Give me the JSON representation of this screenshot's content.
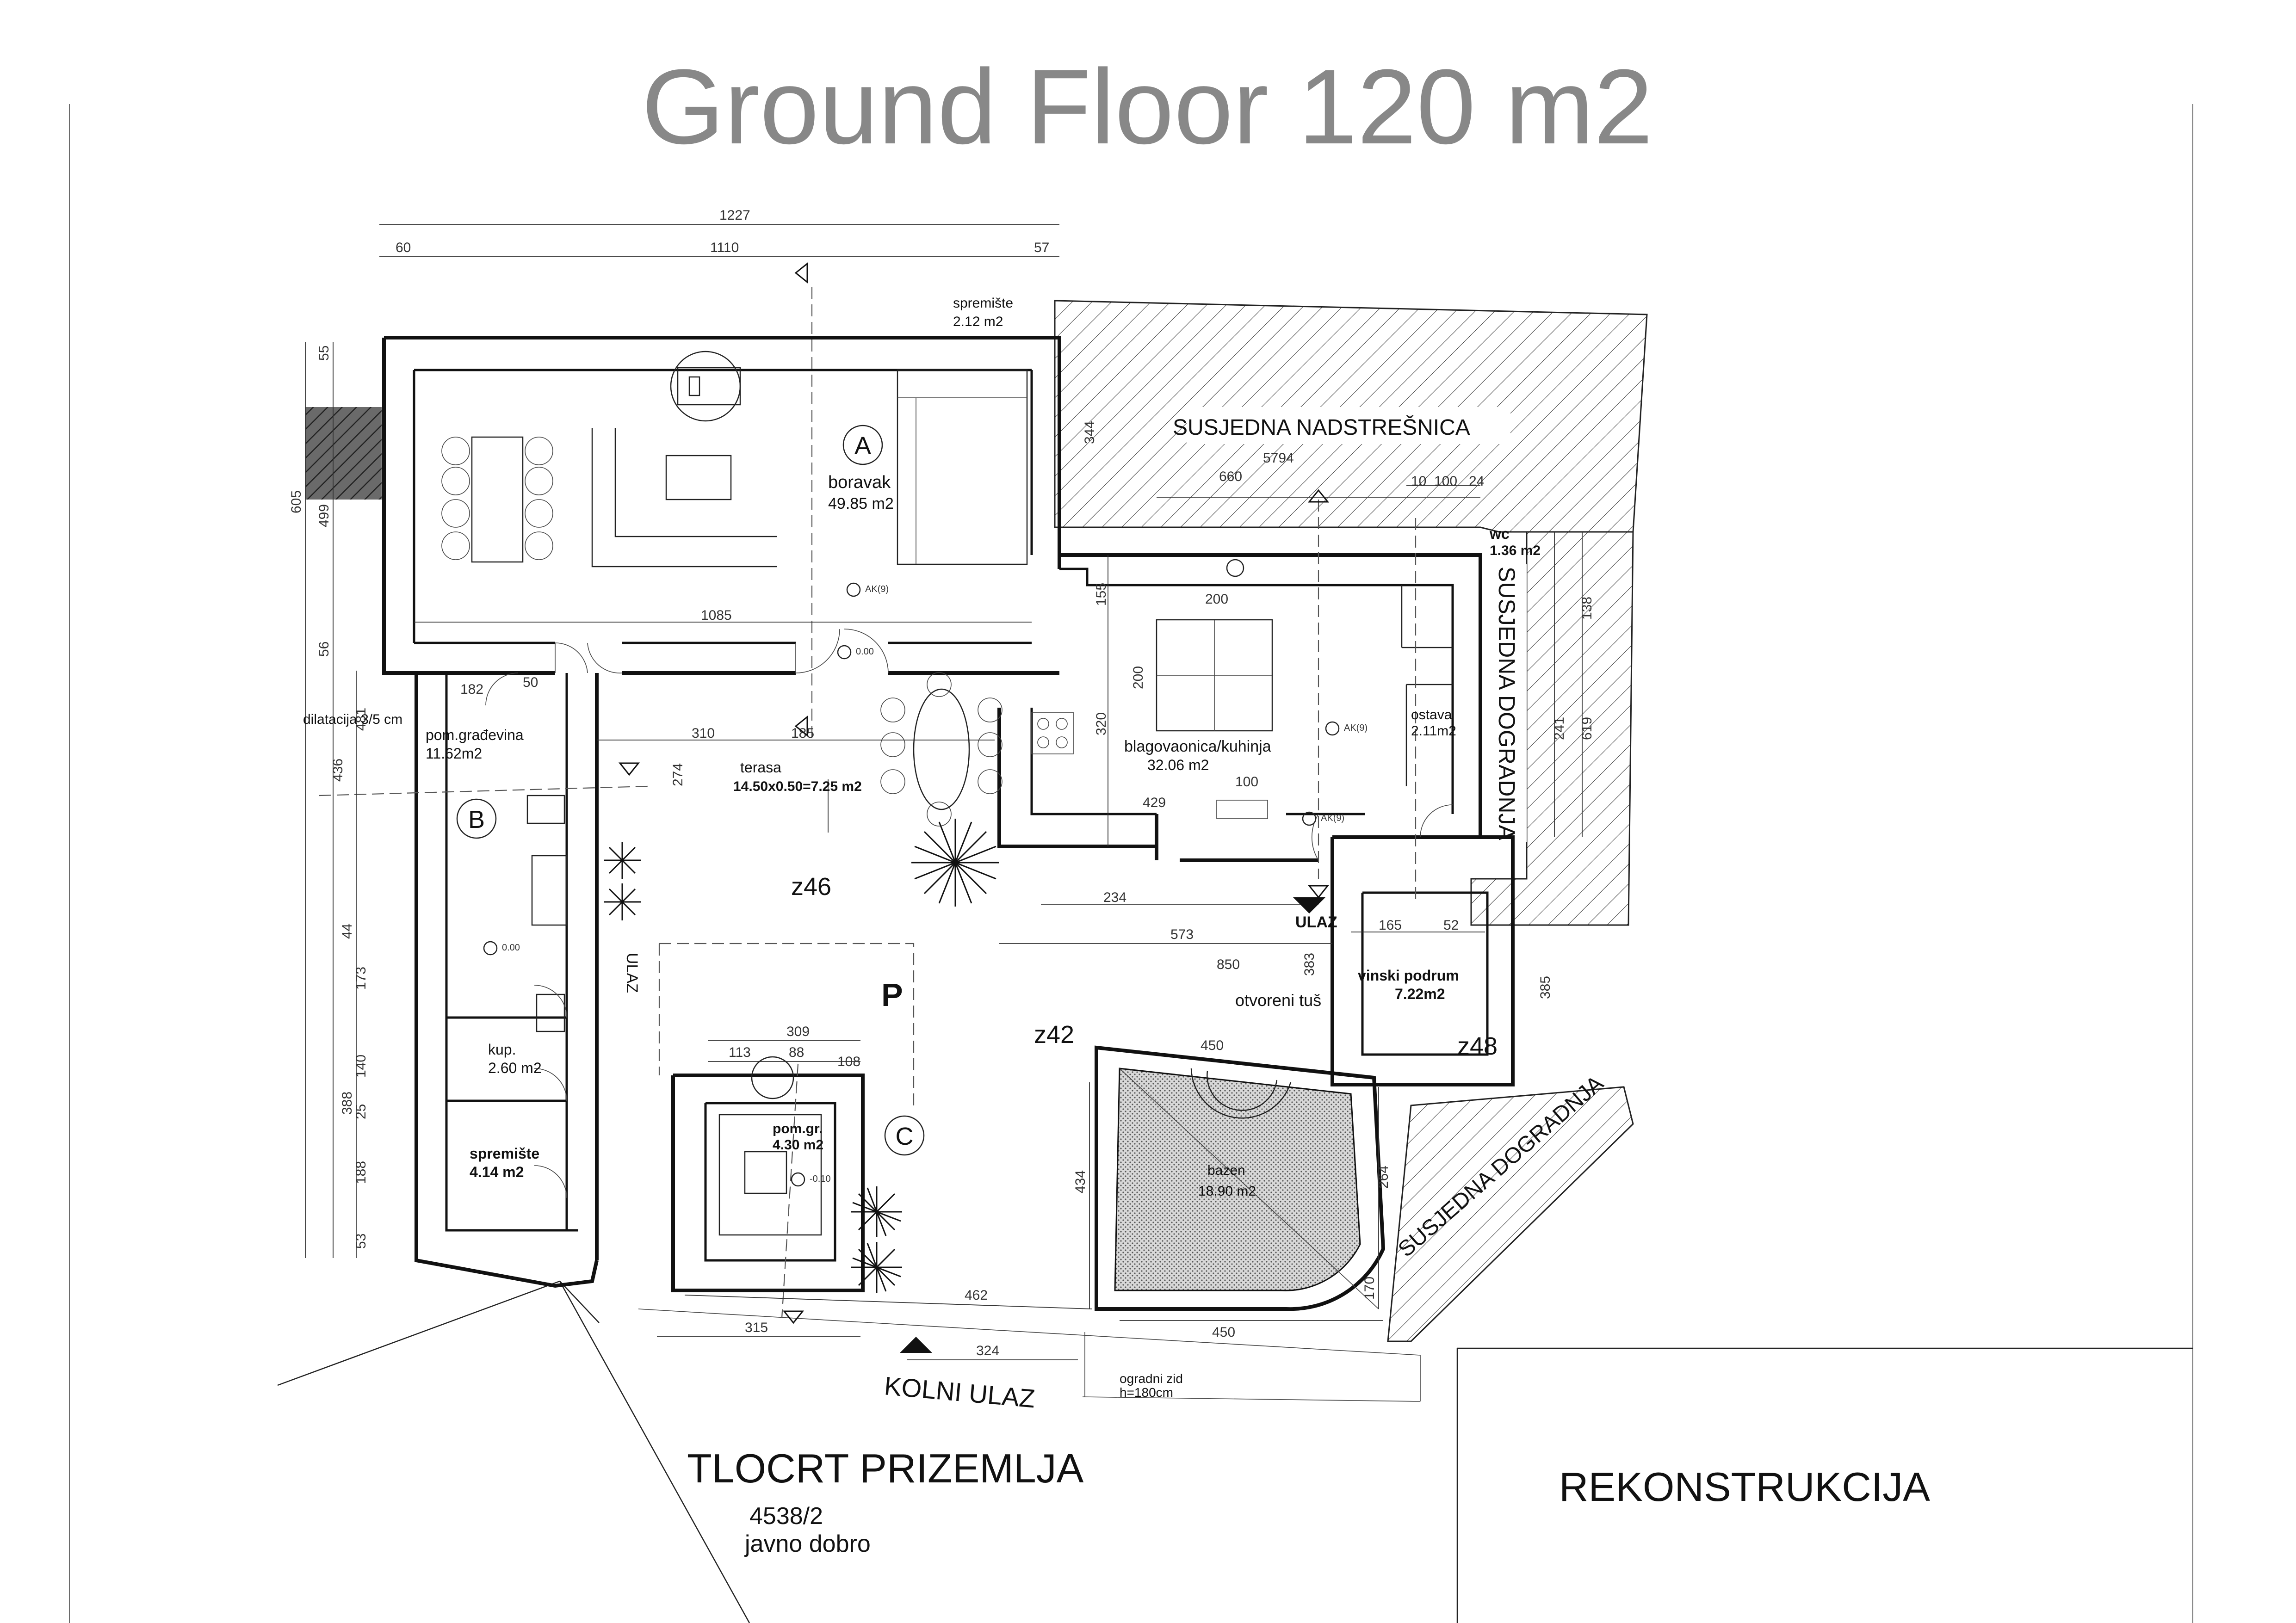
{
  "header": {
    "title": "Ground Floor 120 m2"
  },
  "drawing": {
    "caption": "TLOCRT  PRIZEMLJA",
    "parcel": {
      "number": "4538/2",
      "label": "javno dobro"
    },
    "stamp": "REKONSTRUKCIJA",
    "entrance_vehicle": "KOLNI ULAZ",
    "entrance_main": "ULAZ",
    "entrance_side": "ULAZ",
    "dilatation": "dilatacija 3/5 cm",
    "fence": [
      "ogradni zid",
      "h=180cm"
    ],
    "open_shower": "otvoreni tuš",
    "neighbors": {
      "canopy": "SUSJEDNA NADSTREŠNICA",
      "extension_right": "SUSJEDNA DOGRADNJA",
      "extension_bottom": "SUSJEDNA DOGRADNJA"
    },
    "zones": {
      "z46": "z46",
      "z42": "z42",
      "z48": "z48",
      "p": "P"
    },
    "markers": {
      "a": "A",
      "b": "B",
      "c": "C"
    },
    "rooms": {
      "boravak": {
        "name": "boravak",
        "area": "49.85 m2"
      },
      "spremiste_top": {
        "name": "spremište",
        "area": "2.12 m2"
      },
      "blagovaonica": {
        "name": "blagovaonica/kuhinja",
        "area": "32.06 m2"
      },
      "wc": {
        "name": "wc",
        "area": "1.36 m2"
      },
      "ostava": {
        "name": "ostava",
        "area": "2.11m2"
      },
      "terasa": {
        "name": "terasa",
        "area": "14.50x0.50=7.25 m2"
      },
      "pom_gradevina": {
        "name": "pom.građevina",
        "area": "11.62m2"
      },
      "kup": {
        "name": "kup.",
        "area": "2.60 m2"
      },
      "spremiste_bottom": {
        "name": "spremište",
        "area": "4.14 m2"
      },
      "pom_gr": {
        "name": "pom.gr.",
        "area": "4.30 m2"
      },
      "vinski_podrum": {
        "name": "vinski podrum",
        "area": "7.22m2"
      },
      "bazen": {
        "name": "bazen",
        "area": "18.90 m2"
      }
    },
    "levels": {
      "ak_top": "AK(9)",
      "ak_kitchen": "AK(9)",
      "ak_entry": "AK(9)",
      "zero_a": "0.00",
      "zero_b": "0.00",
      "minus": "-0.10"
    },
    "dimensions": {
      "top_total": "1227",
      "top_inner": "1110",
      "top_left": "60",
      "top_right": "57",
      "d_5794": "5794",
      "d_660": "660",
      "d_10": "10",
      "d_100": "100",
      "d_24": "24",
      "d_1085": "1085",
      "d_185": "185",
      "d_310": "310",
      "d_182": "182",
      "d_50": "50",
      "d_274": "274",
      "d_200a": "200",
      "d_200b": "200",
      "d_429": "429",
      "d_100b": "100",
      "d_234": "234",
      "d_573": "573",
      "d_850": "850",
      "d_165": "165",
      "d_52": "52",
      "d_450a": "450",
      "d_450b": "450",
      "d_462": "462",
      "d_315": "315",
      "d_324": "324",
      "d_309": "309",
      "d_113": "113",
      "d_88": "88",
      "d_108": "108",
      "d_385": "385",
      "d_434": "434",
      "d_264": "264",
      "d_170": "170",
      "d_383": "383",
      "d_320": "320",
      "d_155": "155",
      "d_344": "344",
      "left_605": "605",
      "left_55": "55",
      "left_499": "499",
      "left_56": "56",
      "left_481": "481",
      "left_436": "436",
      "left_44": "44",
      "left_173": "173",
      "left_140": "140",
      "left_25": "25",
      "left_188": "188",
      "left_53": "53",
      "left_388": "388",
      "right_619": "619",
      "right_241": "241",
      "right_138": "138"
    }
  }
}
